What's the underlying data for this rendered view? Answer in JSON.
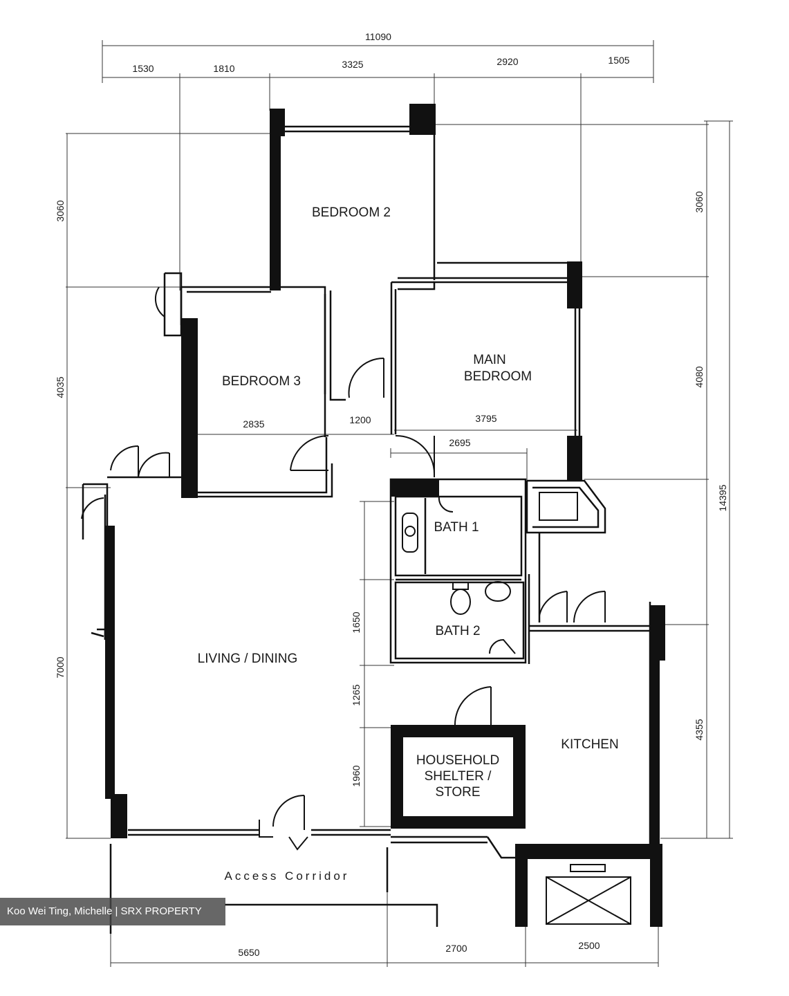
{
  "rooms": {
    "bedroom_2": "BEDROOM 2",
    "bedroom_3": "BEDROOM 3",
    "main_bedroom_line1": "MAIN",
    "main_bedroom_line2": "BEDROOM",
    "living_dining": "LIVING / DINING",
    "bath_1_line1": "BATH 1",
    "bath_1_line2": "",
    "bath_2": "BATH 2",
    "shelter_line1": "HOUSEHOLD",
    "shelter_line2": "SHELTER /",
    "shelter_line3": "STORE",
    "kitchen": "KITCHEN",
    "access_corridor": "Access  Corridor",
    "service_label": "",
    "entry_label": ""
  },
  "dimensions": {
    "top_total": "11090",
    "top_1": "1530",
    "top_2": "1810",
    "top_3": "3325",
    "top_4": "2920",
    "top_5": "1505",
    "left_1": "3060",
    "left_2": "4035",
    "left_3": "7000",
    "right_1": "3060",
    "right_2": "4080",
    "right_3": "",
    "right_4": "4355",
    "right_total": "14395",
    "bedroom3_width": "2835",
    "corridor_width": "1200",
    "main_bedroom_width": "3795",
    "bath_width": "2695",
    "mid_1": "",
    "mid_2": "1650",
    "mid_3": "1265",
    "mid_4": "1960",
    "bottom_1": "5650",
    "bottom_2": "2700",
    "bottom_3": "2500"
  },
  "watermark": "Koo Wei Ting, Michelle | SRX PROPERTY"
}
